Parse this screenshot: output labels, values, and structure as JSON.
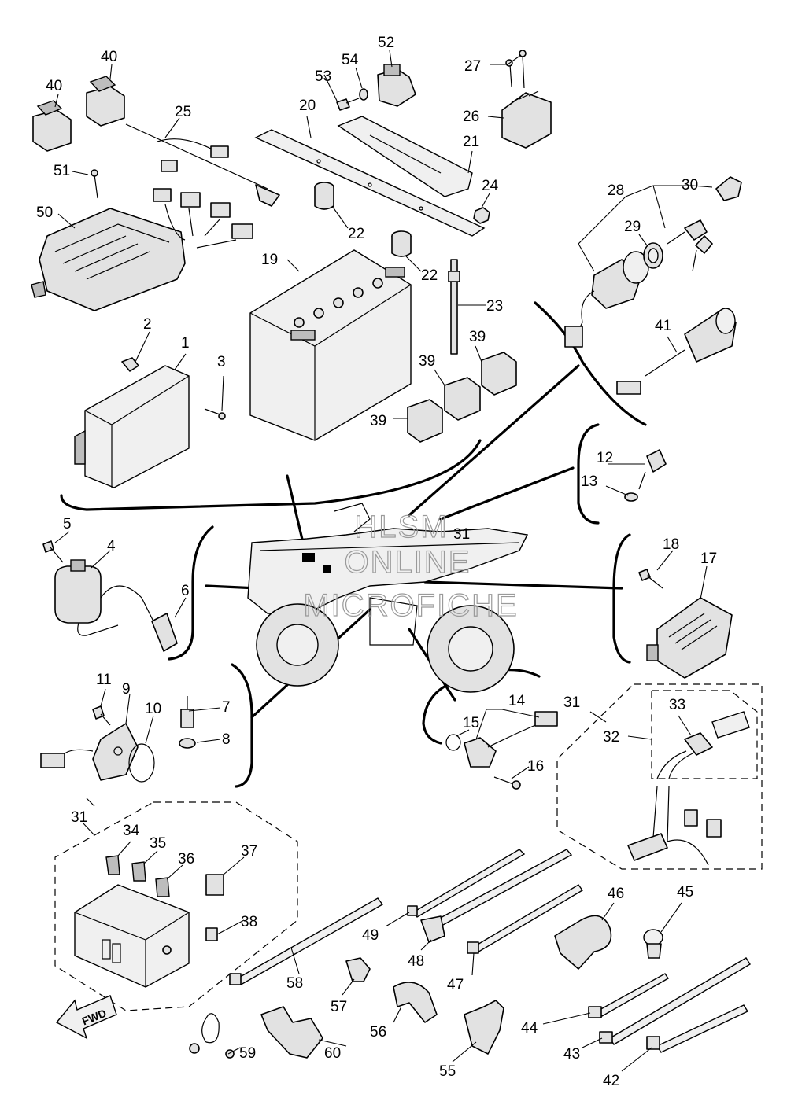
{
  "callouts": [
    "1",
    "2",
    "3",
    "4",
    "5",
    "6",
    "7",
    "8",
    "9",
    "10",
    "11",
    "12",
    "13",
    "14",
    "15",
    "16",
    "17",
    "18",
    "19",
    "20",
    "21",
    "22",
    "23",
    "24",
    "25",
    "26",
    "27",
    "28",
    "29",
    "30",
    "31",
    "32",
    "33",
    "34",
    "35",
    "36",
    "37",
    "38",
    "39",
    "40",
    "41",
    "42",
    "43",
    "44",
    "45",
    "46",
    "47",
    "48",
    "49",
    "50",
    "51",
    "52",
    "53",
    "54",
    "55",
    "56",
    "57",
    "58",
    "59",
    "60"
  ],
  "watermark": [
    "HLSM",
    "ONLINE",
    "MICROFICHE"
  ],
  "direction_label": "FWD"
}
